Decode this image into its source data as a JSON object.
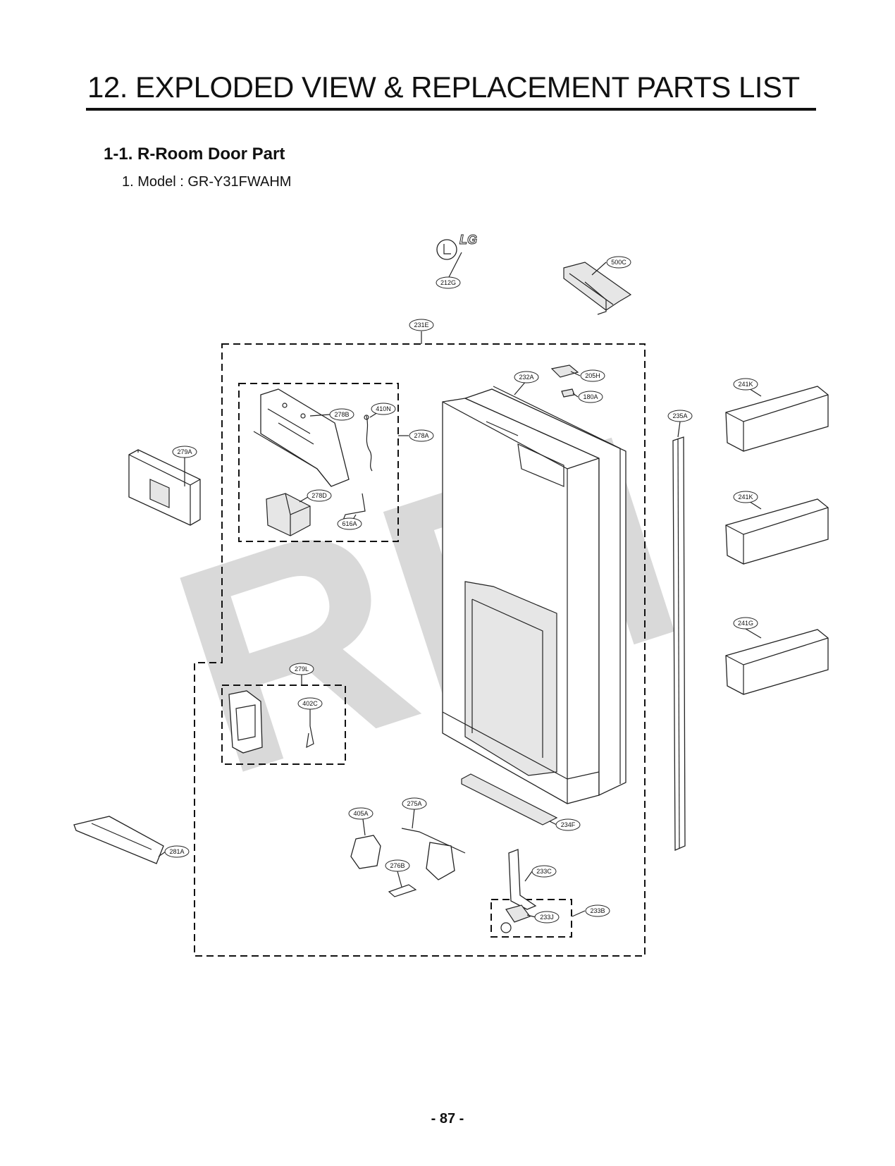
{
  "header": {
    "title": "12. EXPLODED VIEW & REPLACEMENT PARTS LIST",
    "section": "1-1. R-Room Door Part",
    "model": "1. Model : GR-Y31FWAHM"
  },
  "watermark": "RPI",
  "logo_text": "LG",
  "callouts": {
    "c212G": "212G",
    "c500C": "500C",
    "c231E": "231E",
    "c232A": "232A",
    "c205H": "205H",
    "c180A": "180A",
    "c241K_1": "241K",
    "c235A": "235A",
    "c278B": "278B",
    "c410N": "410N",
    "c278A": "278A",
    "c279A": "279A",
    "c278D": "278D",
    "c616A": "616A",
    "c241K_2": "241K",
    "c241G": "241G",
    "c279L": "279L",
    "c402C": "402C",
    "c405A": "405A",
    "c275A": "275A",
    "c234F": "234F",
    "c281A": "281A",
    "c276B": "276B",
    "c233C": "233C",
    "c233J": "233J",
    "c233B": "233B"
  },
  "footer": {
    "page_number": "- 87 -"
  }
}
